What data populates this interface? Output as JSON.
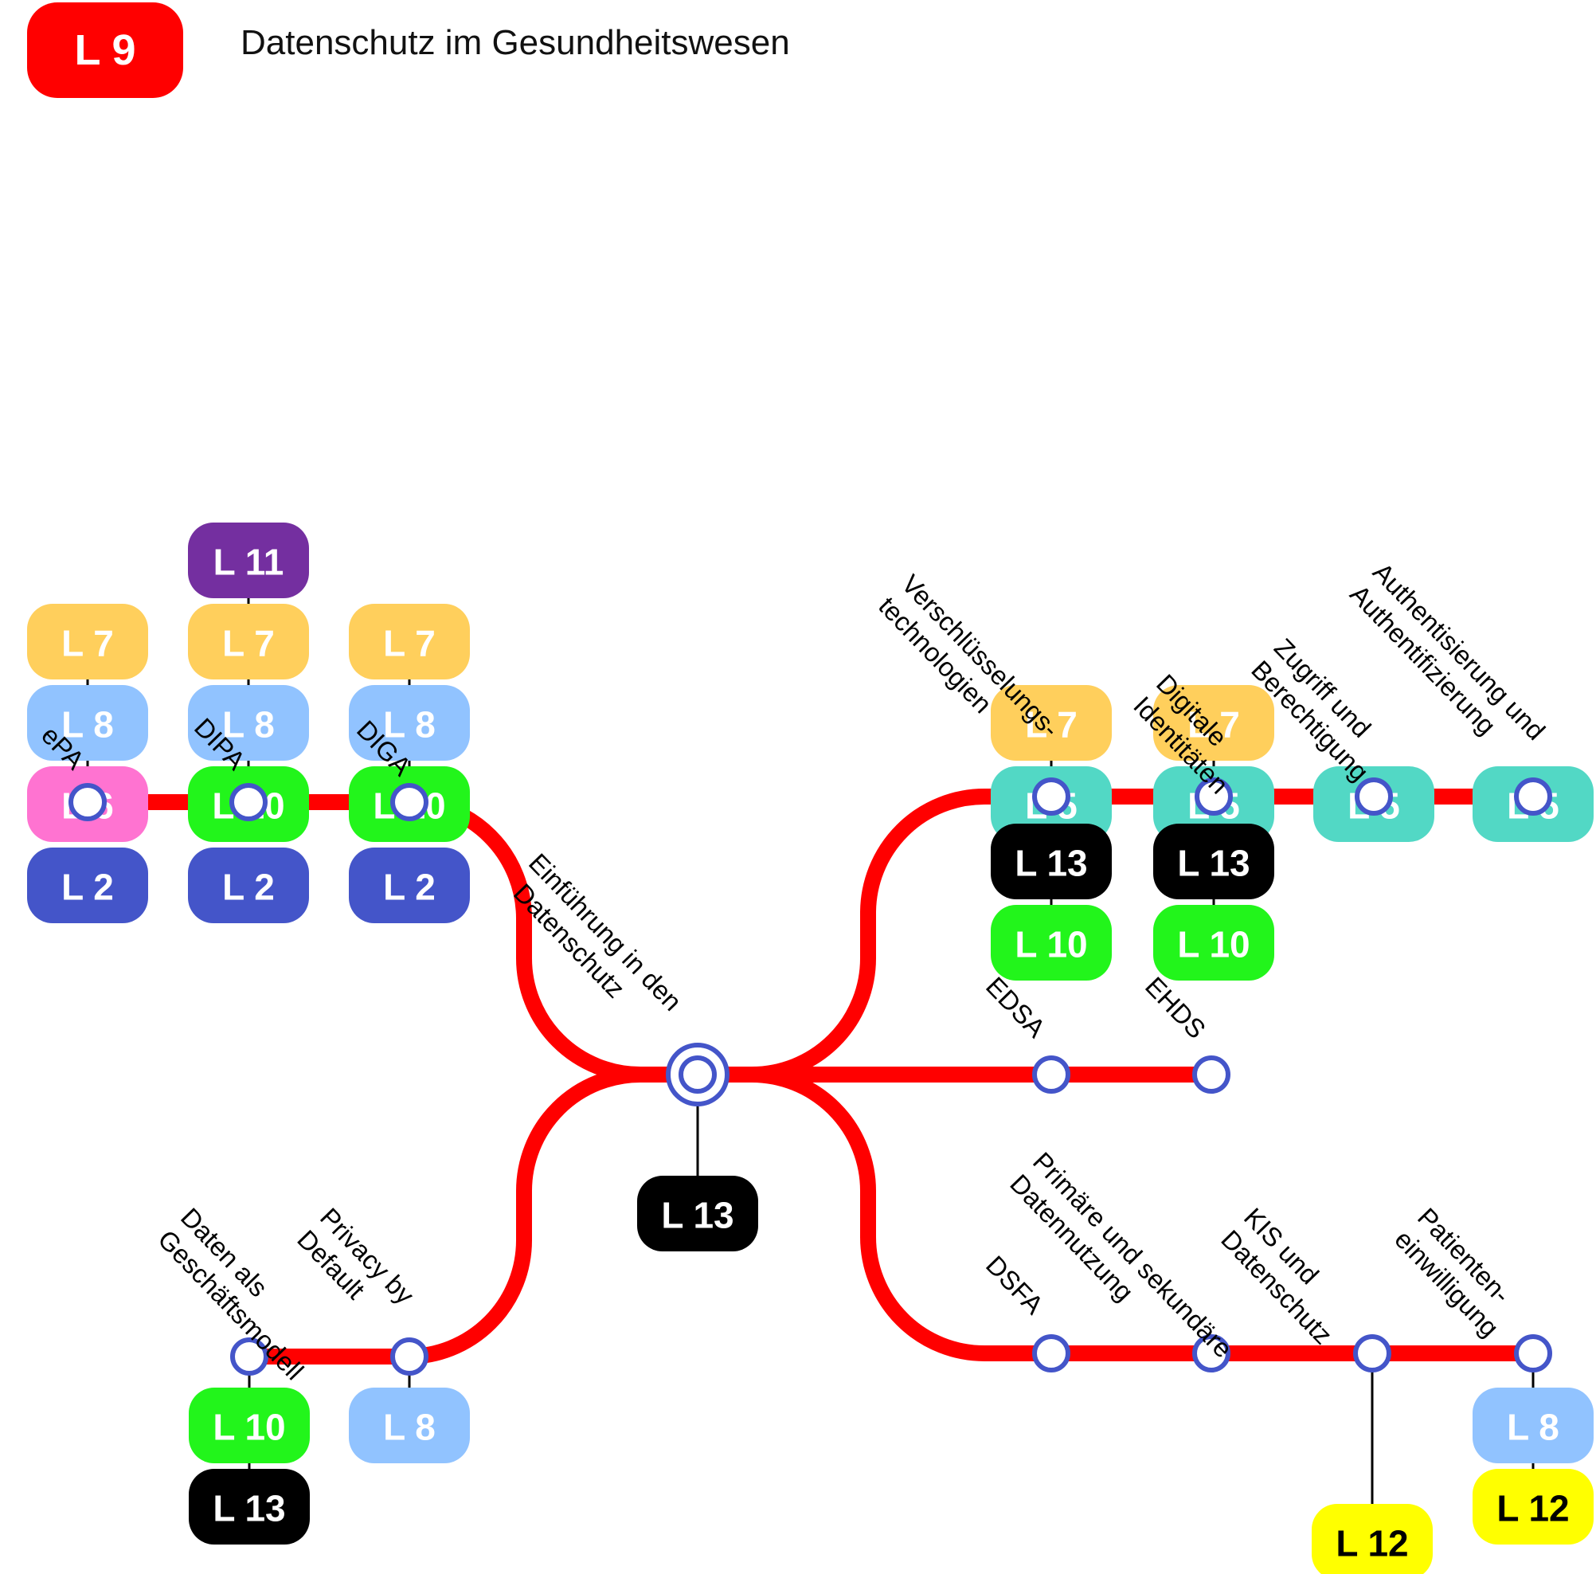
{
  "header": {
    "line_badge": "L 9",
    "line_color": "#ff0000",
    "title": "Datenschutz im Gesundheitswesen"
  },
  "colors": {
    "track": "#ff0000",
    "station_stroke": "#4455c9",
    "station_fill": "#ffffff",
    "connector": "#000000",
    "L2": "#4455c9",
    "L5": "#52d8c5",
    "L6": "#ff73d1",
    "L7": "#ffcf5c",
    "L8": "#91c3ff",
    "L10": "#22f51b",
    "L11": "#742fa0",
    "L12": "#ffff00",
    "L13": "#000000"
  },
  "hub": {
    "label": "Einführung in den Datenschutz",
    "label_lines": [
      "Einführung in den",
      "Datenschutz"
    ],
    "badges": [
      "L 13"
    ]
  },
  "stations": [
    {
      "id": "epa",
      "label_lines": [
        "ePA"
      ],
      "badges_above": [
        "L 7",
        "L 8",
        "L 6",
        "L 2"
      ],
      "badges_below": []
    },
    {
      "id": "dipa",
      "label_lines": [
        "DIPA"
      ],
      "badges_above": [
        "L 11",
        "L 7",
        "L 8",
        "L 10",
        "L 2"
      ],
      "badges_below": []
    },
    {
      "id": "diga",
      "label_lines": [
        "DIGA"
      ],
      "badges_above": [
        "L 7",
        "L 8",
        "L 10",
        "L 2"
      ],
      "badges_below": []
    },
    {
      "id": "verschluesselung",
      "label_lines": [
        "Verschlüsselungs-",
        "technologien"
      ],
      "badges_above": [
        "L 7",
        "L 5"
      ],
      "badges_below": [
        "L 13",
        "L 10"
      ]
    },
    {
      "id": "digitale-identitaeten",
      "label_lines": [
        "Digitale",
        "Identitäten"
      ],
      "badges_above": [
        "L 7",
        "L 5"
      ],
      "badges_below": [
        "L 13",
        "L 10"
      ]
    },
    {
      "id": "zugriff",
      "label_lines": [
        "Zugriff und",
        "Berechtigung"
      ],
      "badges_above": [
        "L 5"
      ],
      "badges_below": []
    },
    {
      "id": "authentisierung",
      "label_lines": [
        "Authentisierung und",
        "Authentifizierung"
      ],
      "badges_above": [
        "L 5"
      ],
      "badges_below": []
    },
    {
      "id": "edsa",
      "label_lines": [
        "EDSA"
      ],
      "badges_above": [],
      "badges_below": []
    },
    {
      "id": "ehds",
      "label_lines": [
        "EHDS"
      ],
      "badges_above": [],
      "badges_below": []
    },
    {
      "id": "daten-geschaeftsmodell",
      "label_lines": [
        "Daten als",
        "Geschäftsmodell"
      ],
      "badges_above": [],
      "badges_below": [
        "L 10",
        "L 13"
      ]
    },
    {
      "id": "privacy-default",
      "label_lines": [
        "Privacy by",
        "Default"
      ],
      "badges_above": [],
      "badges_below": [
        "L 8"
      ]
    },
    {
      "id": "dsfa",
      "label_lines": [
        "DSFA"
      ],
      "badges_above": [],
      "badges_below": []
    },
    {
      "id": "datennutzung",
      "label_lines": [
        "Primäre und sekundäre",
        "Datennutzung"
      ],
      "badges_above": [],
      "badges_below": []
    },
    {
      "id": "kis",
      "label_lines": [
        "KIS und",
        "Datenschutz"
      ],
      "badges_above": [],
      "badges_below": [
        "L 12"
      ]
    },
    {
      "id": "patienteneinwilligung",
      "label_lines": [
        "Patienten-",
        "einwilligung"
      ],
      "badges_above": [],
      "badges_below": [
        "L 8",
        "L 12"
      ]
    }
  ]
}
